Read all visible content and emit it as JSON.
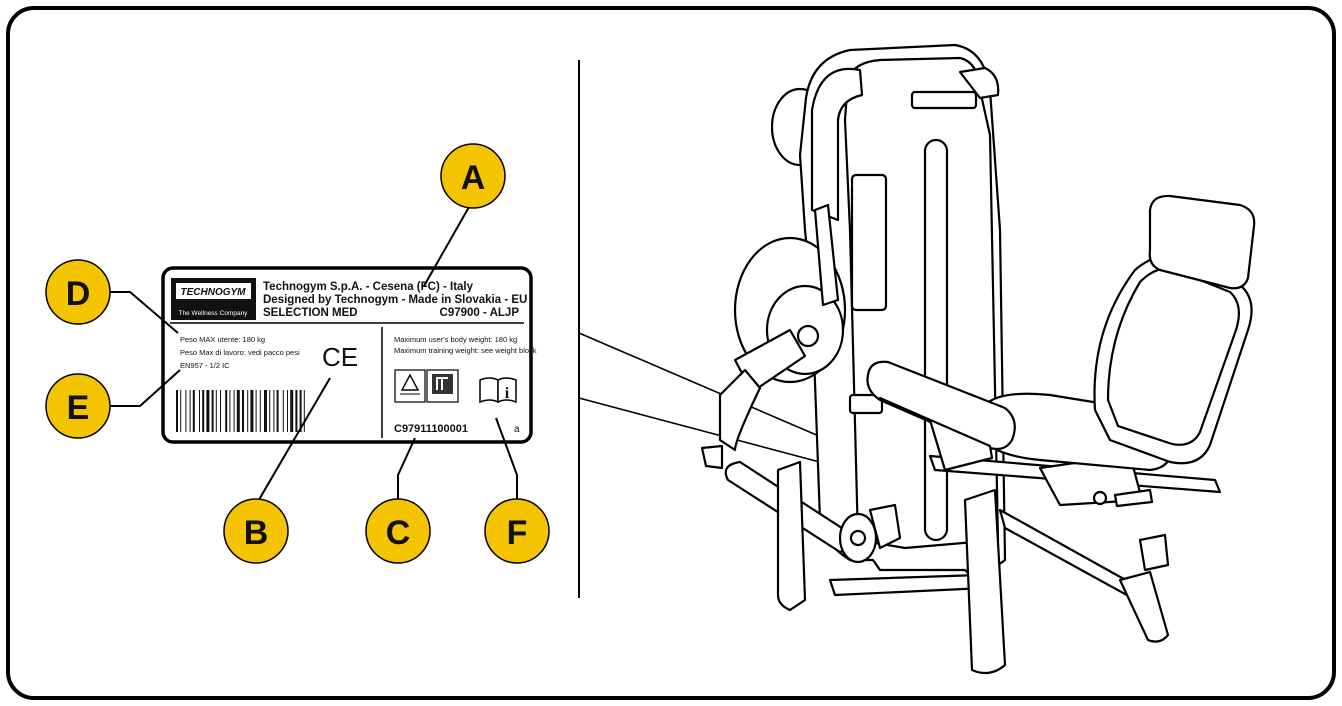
{
  "callouts": {
    "a": "A",
    "b": "B",
    "c": "C",
    "d": "D",
    "e": "E",
    "f": "F"
  },
  "callout_color": "#f5c400",
  "plate": {
    "logo_brand": "TECHNOGYM",
    "logo_tagline": "The Wellness Company",
    "company_line": "Technogym S.p.A. - Cesena (FC) - Italy",
    "design_line": "Designed by Technogym - Made in Slovakia - EU",
    "product_name": "SELECTION MED",
    "model_code": "C97900 - ALJP",
    "left_text_1": "Peso MAX utente: 180 kg",
    "left_text_2": "Peso Max di lavoro: vedi pacco pesi",
    "left_text_3": "EN957 - 1/2 IC",
    "right_text_1": "Maximum user's body weight: 180 kg",
    "right_text_2": "Maximum training weight: see weight block",
    "ce_mark": "CE",
    "serial_number": "C97911100001",
    "revision": "a",
    "manual_icon": "i"
  },
  "icons": {
    "ce": "ce-mark-icon",
    "safety": "safety-certification-icon",
    "manual": "read-manual-icon",
    "barcode": "barcode-icon"
  }
}
